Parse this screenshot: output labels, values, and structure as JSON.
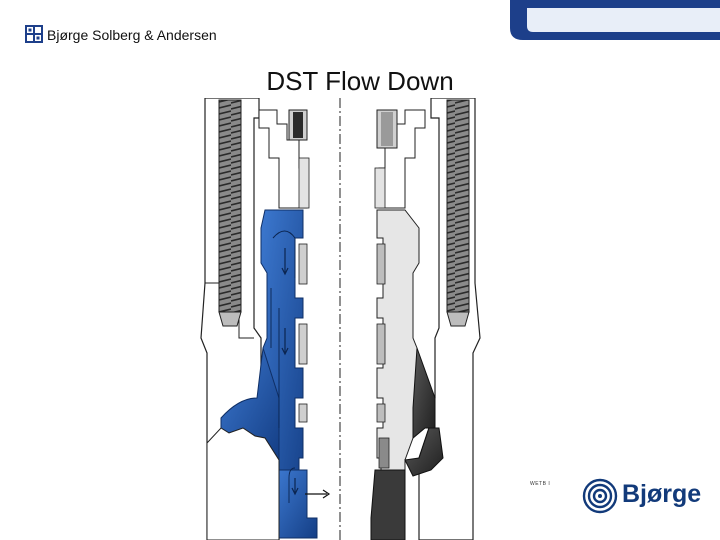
{
  "header": {
    "company_name": "Bjørge Solberg & Andersen",
    "band_color": "#1d3f8a"
  },
  "slide": {
    "title": "DST Flow Down"
  },
  "diagram": {
    "colors": {
      "flow_blue": "#2a63b8",
      "flow_blue_dark": "#143e85",
      "steel_dark": "#3a3a3a",
      "steel_light": "#d9d9d9",
      "housing_fill": "#ffffff",
      "outline": "#222222"
    }
  },
  "footer": {
    "small_label": "WETB I",
    "brand_name": "Bjørge",
    "brand_icon": "concentric-circles-icon"
  }
}
